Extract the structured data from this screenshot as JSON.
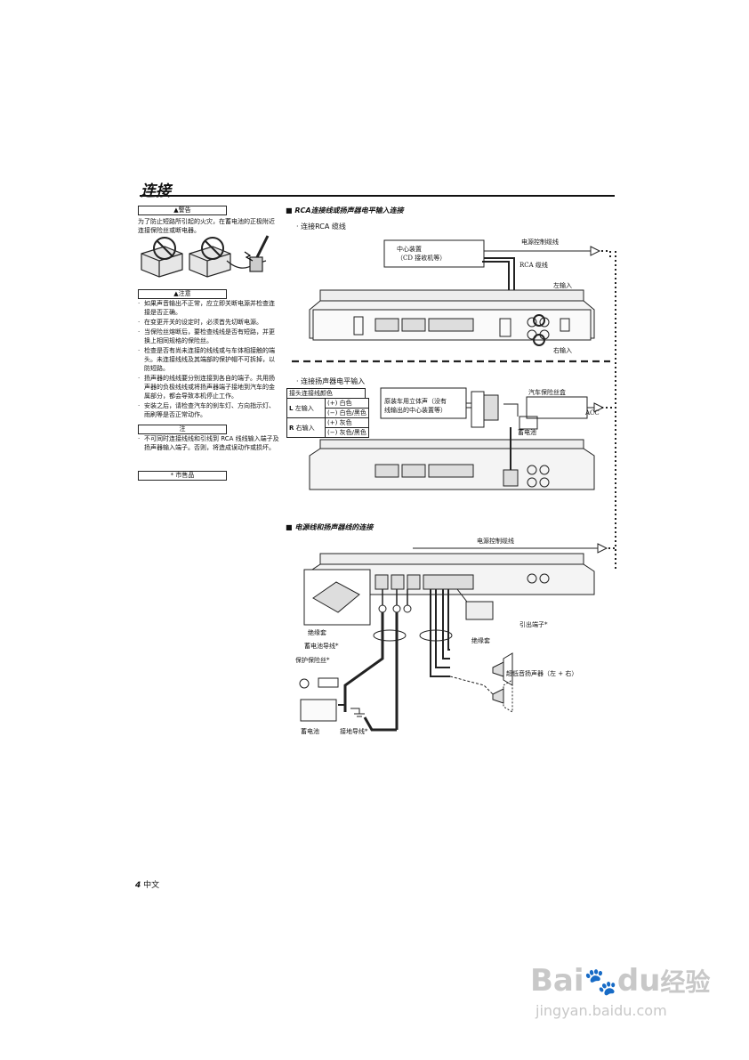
{
  "page": {
    "title": "连接",
    "footer_page": "4",
    "footer_lang": "中文"
  },
  "left": {
    "warning_label": "▲警告",
    "warning_text": "为了防止短路所引起的火灾，在蓄电池的正极附近连接保险丝或断电器。",
    "caution_label": "▲注意",
    "caution_items": [
      "如果声音输出不正常，应立即关断电源并检查连接是否正确。",
      "在变更开关的设定时，必须首先切断电源。",
      "当保险丝熔断后，要检查线线是否有短路，并更换上相同规格的保险丝。",
      "检查是否有尚未连接的线线或与车体相接触的端头。未连接线线及其端部的保护帽不可拆掉，以防短路。",
      "扬声器的线线要分别连接到各自的端子。共用扬声器的负极线线或将扬声器端子接地到汽车的金属部分，都会导致本机停止工作。",
      "安装之后，请检查汽车的刹车灯、方向指示灯、雨刷等是否正常动作。"
    ],
    "note_label": "注",
    "note_items": [
      "不可同时连接线线和引线到 RCA 线线输入端子及扬声器输入端子。否则，将造成误动作或损坏。"
    ],
    "market_label": "* 市售品"
  },
  "section1": {
    "heading": "RCA连接线或扬声器电平输入连接",
    "sub1": "连接RCA 缆线",
    "head_unit_l1": "中心装置",
    "head_unit_l2": "（CD 接收机等）",
    "power_ctrl": "电源控制缆线",
    "rca_cable": "RCA 缆线",
    "left_in": "左输入",
    "right_in": "右输入",
    "sub2": "连接扬声器电平输入",
    "table_header": "接头连接线颜色",
    "table_rows": [
      {
        "ch": "左输入",
        "sym": "L",
        "pol": "+",
        "color": "白色"
      },
      {
        "ch": "",
        "sym": "",
        "pol": "−",
        "color": "白色/黑色"
      },
      {
        "ch": "右输入",
        "sym": "R",
        "pol": "+",
        "color": "灰色"
      },
      {
        "ch": "",
        "sym": "",
        "pol": "−",
        "color": "灰色/黑色"
      }
    ],
    "stereo_l1": "原装车用立体声（没有",
    "stereo_l2": "线输出的中心装置等）",
    "car_fuse_box": "汽车保险丝盒",
    "battery": "蓄电池",
    "acc": "ACC"
  },
  "section2": {
    "heading": "电源线和扬声器线的连接",
    "power_ctrl": "电源控制缆线",
    "insulator1": "绝缘套",
    "battery_wire": "蓄电池导线*",
    "fuse": "保护保险丝*",
    "battery": "蓄电池",
    "ground_wire": "接地导线*",
    "insulator2": "绝缘套",
    "lead_terminal": "引出端子*",
    "speaker": "超低音扬声器（左 + 右）"
  },
  "watermark": {
    "brand": "Bai",
    "brand2": "du",
    "brand_cn": "经验",
    "url": "jingyan.baidu.com"
  }
}
